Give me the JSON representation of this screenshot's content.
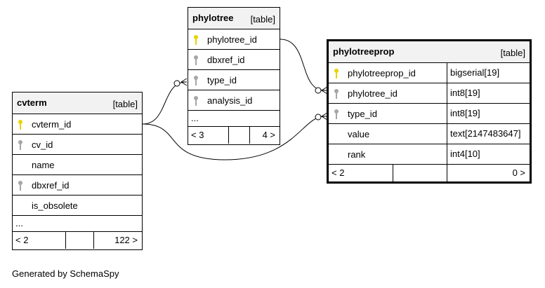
{
  "tables": {
    "phylotree": {
      "name": "phylotree",
      "type": "[table]",
      "columns": [
        {
          "name": "phylotree_id",
          "key": "primary"
        },
        {
          "name": "dbxref_id",
          "key": "foreign"
        },
        {
          "name": "type_id",
          "key": "foreign"
        },
        {
          "name": "analysis_id",
          "key": "foreign"
        }
      ],
      "more": "...",
      "parents": "< 3",
      "children": "4 >"
    },
    "cvterm": {
      "name": "cvterm",
      "type": "[table]",
      "columns": [
        {
          "name": "cvterm_id",
          "key": "primary"
        },
        {
          "name": "cv_id",
          "key": "foreign"
        },
        {
          "name": "name",
          "key": "none"
        },
        {
          "name": "dbxref_id",
          "key": "foreign"
        },
        {
          "name": "is_obsolete",
          "key": "none"
        }
      ],
      "more": "...",
      "parents": "< 2",
      "children": "122 >"
    },
    "phylotreeprop": {
      "name": "phylotreeprop",
      "type": "[table]",
      "columns": [
        {
          "name": "phylotreeprop_id",
          "datatype": "bigserial[19]",
          "key": "primary"
        },
        {
          "name": "phylotree_id",
          "datatype": "int8[19]",
          "key": "foreign"
        },
        {
          "name": "type_id",
          "datatype": "int8[19]",
          "key": "foreign"
        },
        {
          "name": "value",
          "datatype": "text[2147483647]",
          "key": "none"
        },
        {
          "name": "rank",
          "datatype": "int4[10]",
          "key": "none"
        }
      ],
      "parents": "< 2",
      "children": "0 >"
    }
  },
  "footer": {
    "generated_by": "Generated by SchemaSpy"
  },
  "colors": {
    "primary_key": "#e8d400",
    "foreign_key": "#a6a6a6",
    "header_bg": "#f2f2f2"
  },
  "icons": {
    "primary_key": "key-icon",
    "foreign_key": "key-icon"
  }
}
